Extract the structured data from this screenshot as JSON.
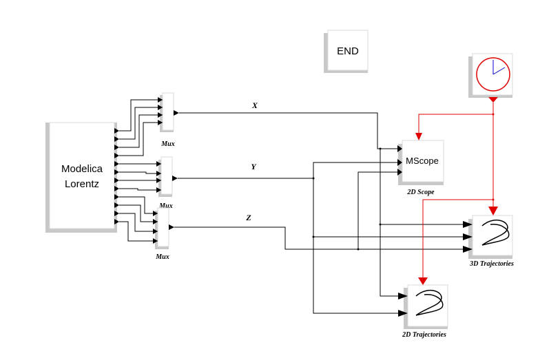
{
  "blocks": {
    "lorentz": {
      "line1": "Modelica",
      "line2": "Lorentz"
    },
    "end": {
      "label": "END"
    },
    "mux1": {
      "label": "Mux"
    },
    "mux2": {
      "label": "Mux"
    },
    "mux3": {
      "label": "Mux"
    },
    "mscope": {
      "label": "MScope",
      "caption": "2D Scope"
    },
    "traj3d": {
      "caption": "3D Trajectories"
    },
    "traj2d": {
      "caption": "2D Trajectories"
    }
  },
  "signals": {
    "x": "X",
    "y": "Y",
    "z": "Z"
  },
  "colors": {
    "event_link": "#e00000",
    "regular_link": "#000000",
    "clock_face": "#e00000",
    "clock_hands": "#0000cc"
  },
  "icons": {
    "clock": "clock-icon",
    "trajectory": "trajectory-curve-icon"
  }
}
